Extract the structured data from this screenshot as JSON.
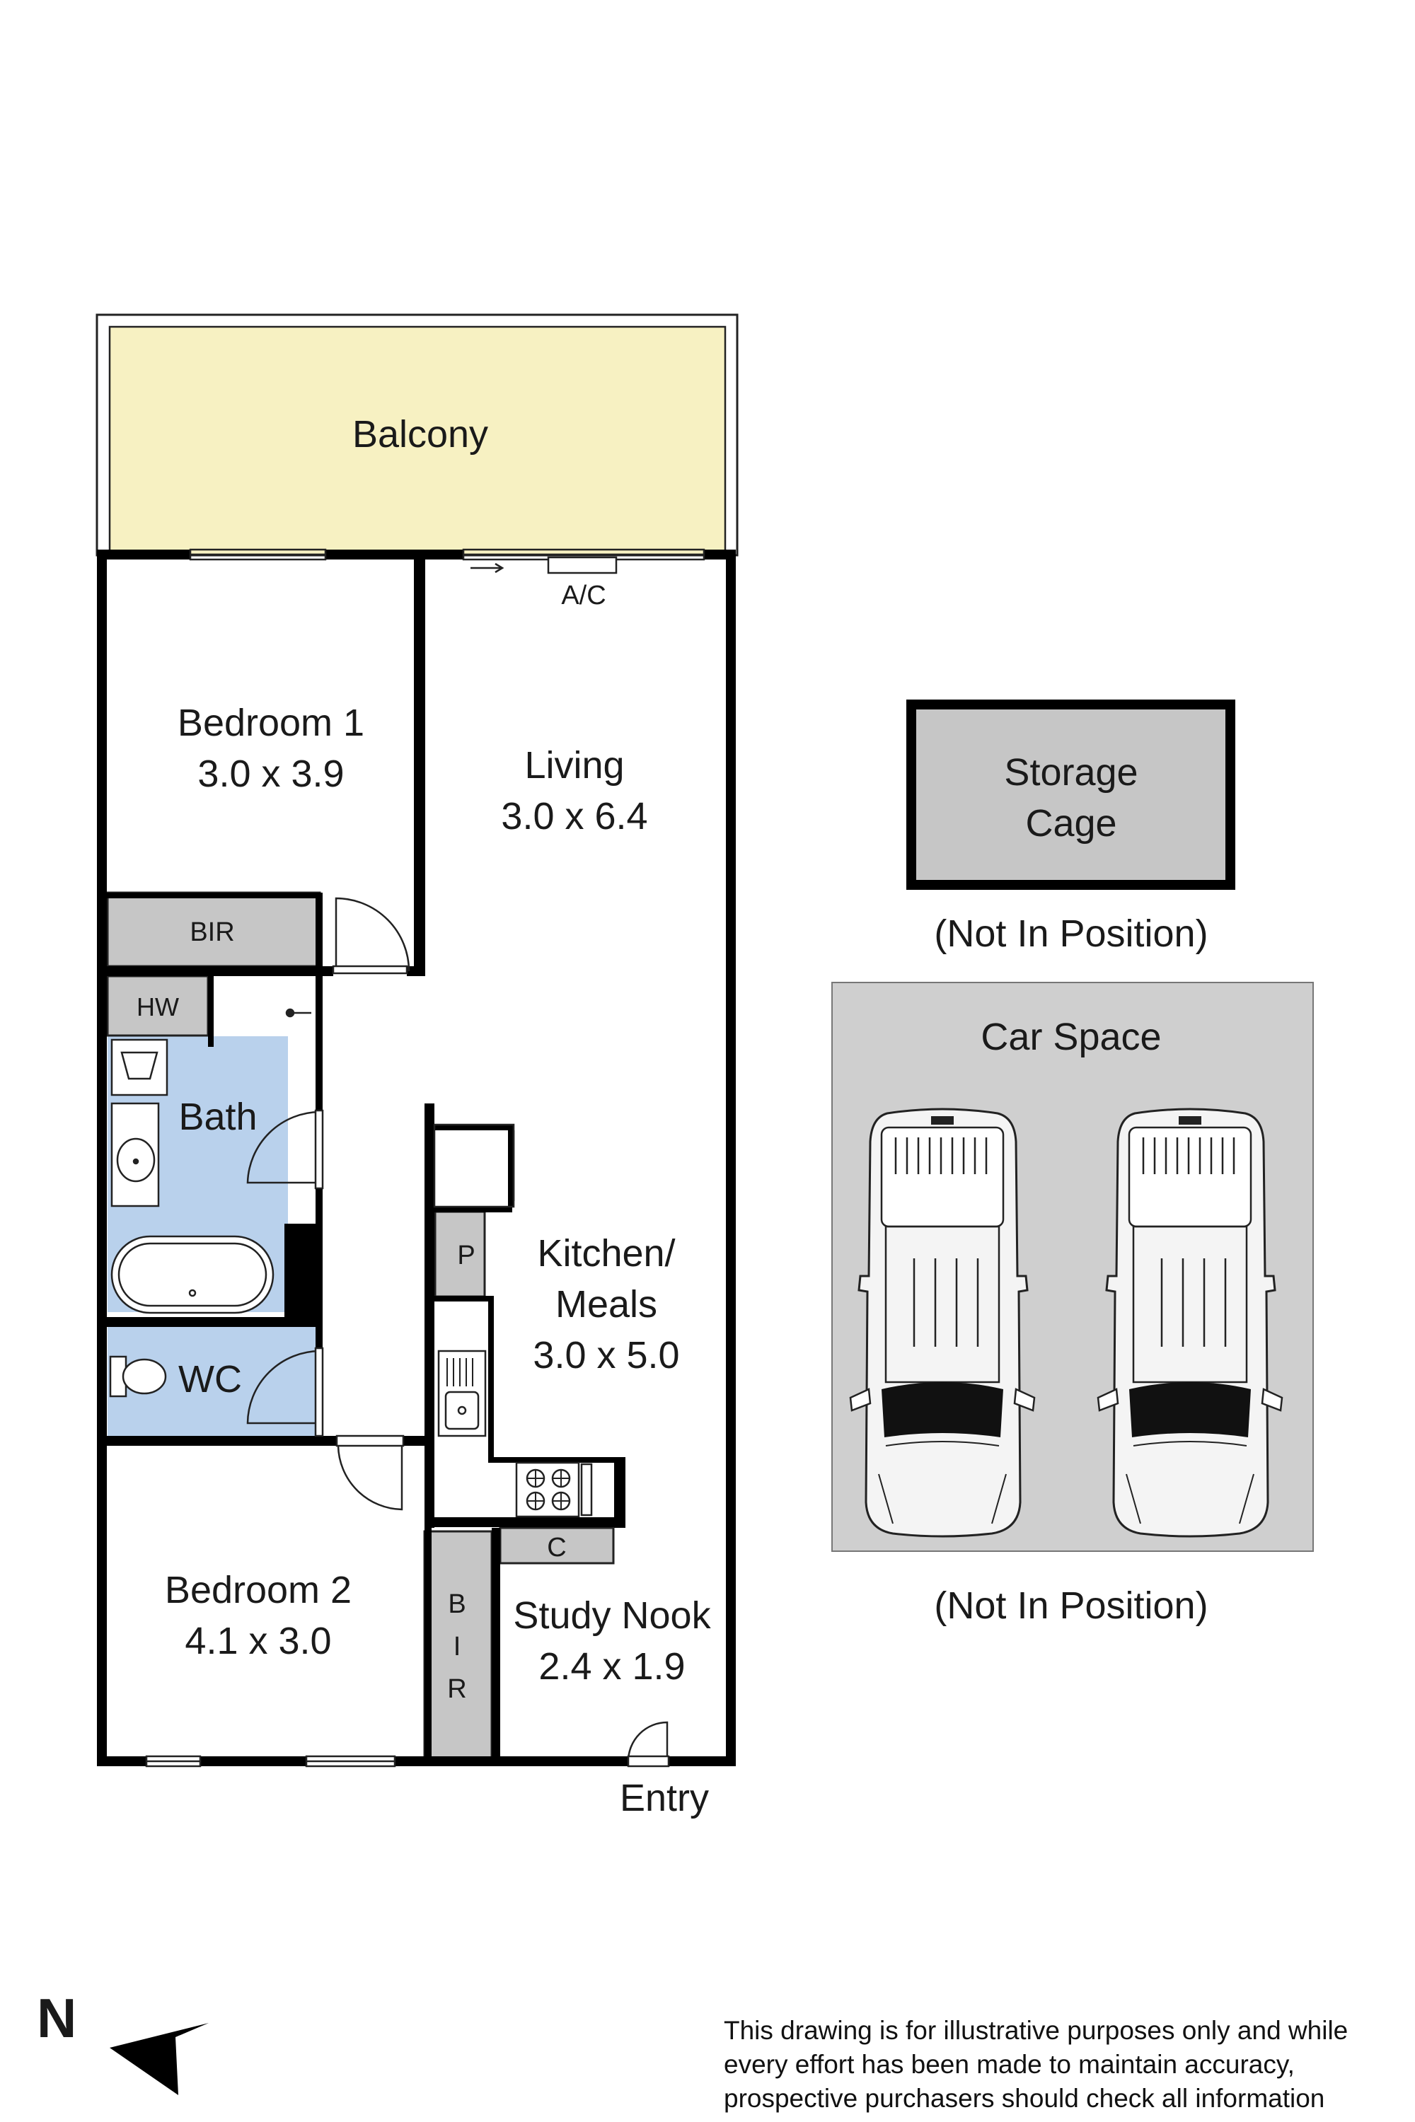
{
  "rooms": {
    "balcony": {
      "name": "Balcony"
    },
    "bedroom1": {
      "name": "Bedroom 1",
      "size": "3.0 x 3.9"
    },
    "living": {
      "name": "Living",
      "size": "3.0 x 6.4"
    },
    "ac": "A/C",
    "bir_top": "BIR",
    "hw": "HW",
    "bath": "Bath",
    "wc": "WC",
    "pantry": "P",
    "kitchen": {
      "line1": "Kitchen/",
      "line2": "Meals",
      "size": "3.0 x 5.0"
    },
    "cupboard": "C",
    "bir_side": {
      "l1": "B",
      "l2": "I",
      "l3": "R"
    },
    "study": {
      "name": "Study Nook",
      "size": "2.4 x 1.9"
    },
    "bedroom2": {
      "name": "Bedroom 2",
      "size": "4.1 x 3.0"
    },
    "entry": "Entry"
  },
  "storage": {
    "line1": "Storage",
    "line2": "Cage",
    "note": "(Not In Position)"
  },
  "car": {
    "title": "Car Space",
    "note": "(Not In Position)"
  },
  "north": "N",
  "disclaimer": {
    "line1": "This drawing is for illustrative purposes only and while",
    "line2": "every effort has been made to maintain accuracy,",
    "line3": "prospective purchasers should check all information"
  },
  "colors": {
    "wall": "#000000",
    "balcony": "#f7f1c2",
    "wet_area": "#b9d1ec",
    "storage": "#c6c6c6",
    "car_space": "#cfcfcf",
    "text": "#1a1a1a"
  }
}
